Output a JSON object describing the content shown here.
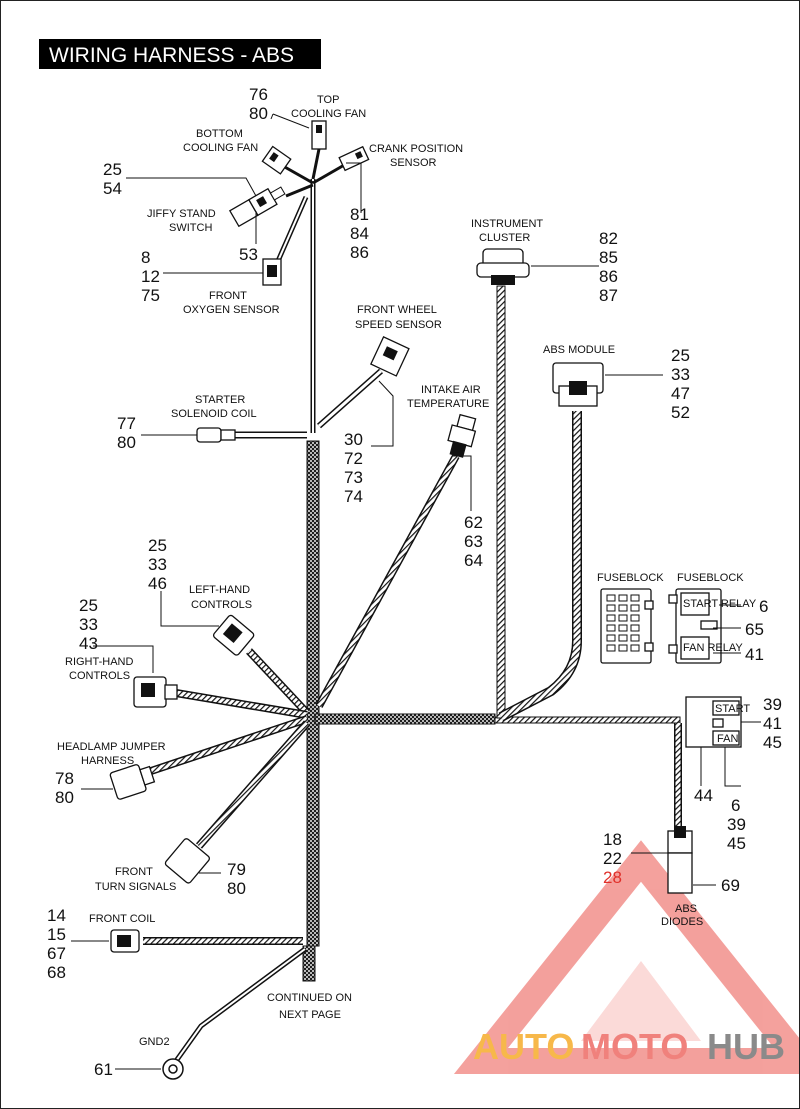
{
  "title": "WIRING HARNESS - ABS",
  "labels": {
    "top_cooling_fan": [
      "TOP",
      "COOLING FAN"
    ],
    "bottom_cooling_fan": [
      "BOTTOM",
      "COOLING FAN"
    ],
    "crank_position_sensor": [
      "CRANK POSITION",
      "SENSOR"
    ],
    "jiffy_stand_switch": [
      "JIFFY STAND",
      "SWITCH"
    ],
    "front_oxygen_sensor": [
      "FRONT",
      "OXYGEN SENSOR"
    ],
    "instrument_cluster": [
      "INSTRUMENT",
      "CLUSTER"
    ],
    "front_wheel_speed_sensor": [
      "FRONT WHEEL",
      "SPEED SENSOR"
    ],
    "abs_module": [
      "ABS MODULE"
    ],
    "starter_solenoid_coil": [
      "STARTER",
      "SOLENOID COIL"
    ],
    "intake_air_temperature": [
      "INTAKE AIR",
      "TEMPERATURE"
    ],
    "left_hand_controls": [
      "LEFT-HAND",
      "CONTROLS"
    ],
    "right_hand_controls": [
      "RIGHT-HAND",
      "CONTROLS"
    ],
    "fuseblock_1": [
      "FUSEBLOCK"
    ],
    "fuseblock_2": [
      "FUSEBLOCK"
    ],
    "headlamp_jumper_harness": [
      "HEADLAMP JUMPER",
      "HARNESS"
    ],
    "front_turn_signals": [
      "FRONT",
      "TURN SIGNALS"
    ],
    "abs_diodes": [
      "ABS",
      "DIODES"
    ],
    "front_coil": [
      "FRONT COIL"
    ],
    "continued": [
      "CONTINUED ON",
      "NEXT PAGE"
    ],
    "gnd2": [
      "GND2"
    ]
  },
  "relay_labels": {
    "start": "START",
    "fan": "FAN",
    "fuse_start_relay": "START RELAY",
    "fuse_fan_relay": "FAN RELAY"
  },
  "callouts": {
    "top_fan": [
      "76",
      "80"
    ],
    "jiffy": [
      "25",
      "54"
    ],
    "jiffy_lower": [
      "53"
    ],
    "crank": [
      "81",
      "84",
      "86"
    ],
    "oxygen": [
      "8",
      "12",
      "75"
    ],
    "instrument": [
      "82",
      "85",
      "86",
      "87"
    ],
    "abs_module": [
      "25",
      "33",
      "47",
      "52"
    ],
    "starter": [
      "77",
      "80"
    ],
    "wheel_speed": [
      "30",
      "72",
      "73",
      "74"
    ],
    "intake": [
      "62",
      "63",
      "64"
    ],
    "left_hand": [
      "25",
      "33",
      "46"
    ],
    "right_hand": [
      "25",
      "33",
      "43"
    ],
    "fuse_6": [
      "6"
    ],
    "fuse_65": [
      "65"
    ],
    "fuse_41": [
      "41"
    ],
    "relay_right": [
      "39",
      "41",
      "45"
    ],
    "relay_44": [
      "44"
    ],
    "relay_below": [
      "6",
      "39",
      "45"
    ],
    "headlamp": [
      "78",
      "80"
    ],
    "turn_signals": [
      "79",
      "80"
    ],
    "diodes_left_black": [
      "18",
      "22"
    ],
    "diodes_left_red": [
      "28"
    ],
    "diodes_right": [
      "69"
    ],
    "front_coil": [
      "14",
      "15",
      "67",
      "68"
    ],
    "gnd": [
      "61"
    ]
  },
  "watermark": {
    "auto": "AUTO",
    "moto": "MOTO",
    "hub": "HUB"
  },
  "colors": {
    "accent_red": "#e0302a",
    "watermark_orange": "#f7b84a",
    "watermark_red": "#f0817c",
    "watermark_gray": "#8a8a8a"
  }
}
